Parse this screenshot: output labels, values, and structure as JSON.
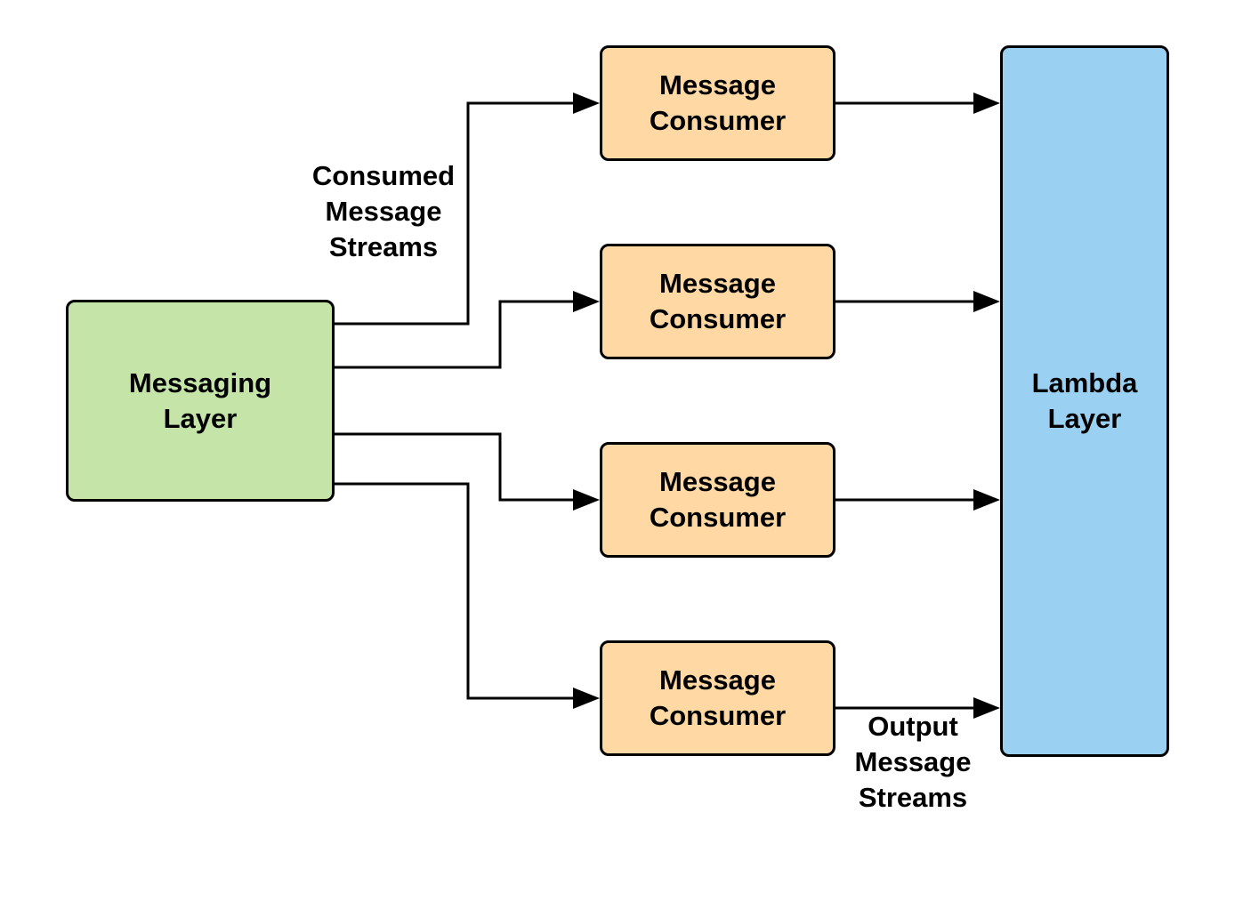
{
  "nodes": {
    "messaging_layer": {
      "line1": "Messaging",
      "line2": "Layer",
      "fill": "#c5e5a8"
    },
    "consumers": [
      {
        "line1": "Message",
        "line2": "Consumer"
      },
      {
        "line1": "Message",
        "line2": "Consumer"
      },
      {
        "line1": "Message",
        "line2": "Consumer"
      },
      {
        "line1": "Message",
        "line2": "Consumer"
      }
    ],
    "consumer_fill": "#ffd8a4",
    "lambda_layer": {
      "line1": "Lambda",
      "line2": "Layer",
      "fill": "#9ad0f1"
    }
  },
  "labels": {
    "consumed": [
      "Consumed",
      "Message",
      "Streams"
    ],
    "output": [
      "Output",
      "Message",
      "Streams"
    ]
  },
  "edges": [
    {
      "from": "messaging_layer",
      "to": "consumer_1"
    },
    {
      "from": "messaging_layer",
      "to": "consumer_2"
    },
    {
      "from": "messaging_layer",
      "to": "consumer_3"
    },
    {
      "from": "messaging_layer",
      "to": "consumer_4"
    },
    {
      "from": "consumer_1",
      "to": "lambda_layer"
    },
    {
      "from": "consumer_2",
      "to": "lambda_layer"
    },
    {
      "from": "consumer_3",
      "to": "lambda_layer"
    },
    {
      "from": "consumer_4",
      "to": "lambda_layer"
    }
  ]
}
